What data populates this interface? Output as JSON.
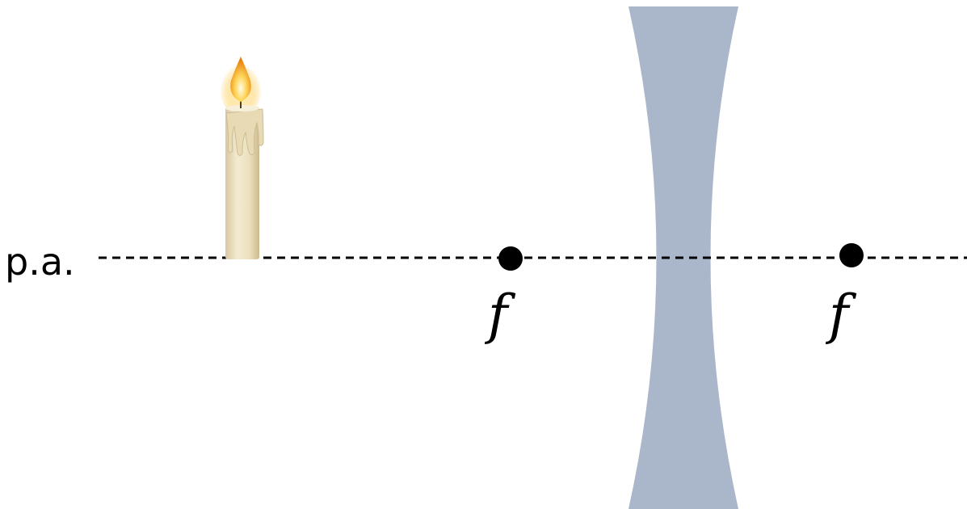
{
  "axis": {
    "label": "p.a."
  },
  "focal_points": [
    {
      "label": "f"
    },
    {
      "label": "f"
    }
  ],
  "lens": {
    "type": "diverging (concave) lens",
    "color": "#aab7cb"
  },
  "candle": {
    "wax_color": "#ede2c4",
    "flame_color": "#f7b733"
  },
  "colors": {
    "axis_line": "#000000",
    "focal_dot": "#000000",
    "background": "#ffffff"
  }
}
